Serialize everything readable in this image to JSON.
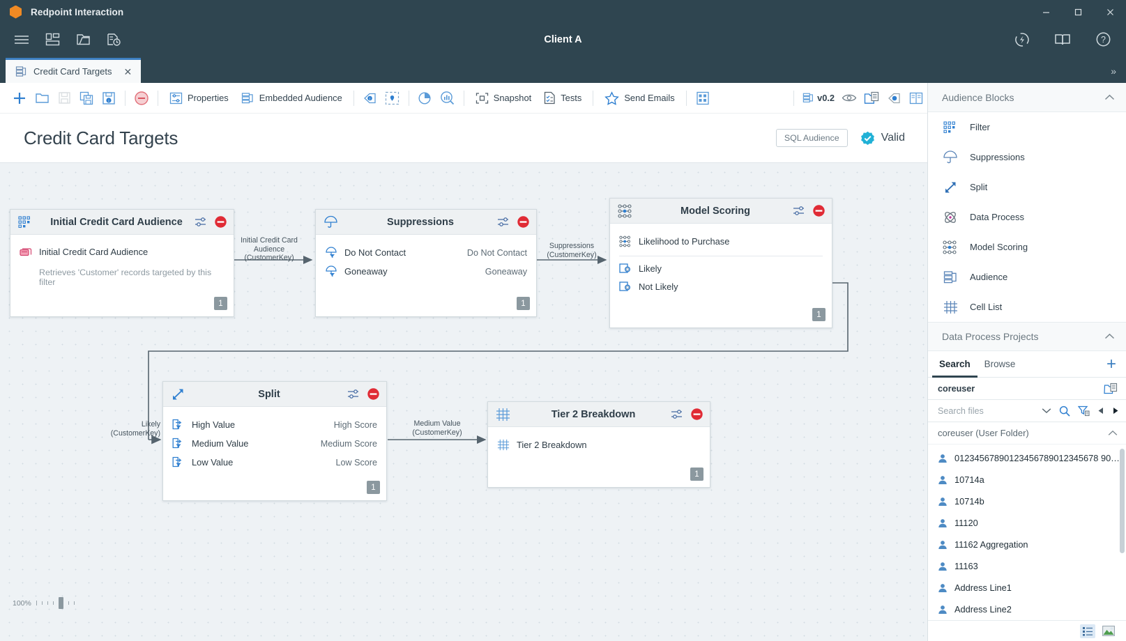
{
  "window": {
    "app_name": "Redpoint Interaction",
    "client_title": "Client A",
    "minimize": "–",
    "maximize": "□",
    "close": "✕",
    "overflow": "»"
  },
  "menubar": {
    "icons": [
      "hamburger-menu-icon",
      "layout-icon",
      "folder-doc-icon",
      "doc-clock-icon"
    ],
    "right_icons": [
      "lightning-icon",
      "book-icon",
      "help-icon"
    ]
  },
  "tabs": [
    {
      "label": "Credit Card Targets",
      "icon": "audience-icon",
      "close": "✕",
      "active": true
    }
  ],
  "toolbar": {
    "items": [
      {
        "name": "add",
        "icon": "plus-icon",
        "label": ""
      },
      {
        "name": "open",
        "icon": "folder-open-icon",
        "label": ""
      },
      {
        "name": "save",
        "icon": "save-icon",
        "label": "",
        "disabled": true
      },
      {
        "name": "save-copy",
        "icon": "save-copy-icon",
        "label": ""
      },
      {
        "name": "save-version",
        "icon": "save-info-icon",
        "label": ""
      },
      {
        "name": "delete",
        "icon": "delete-icon",
        "label": ""
      },
      {
        "name": "properties",
        "icon": "properties-icon",
        "label": "Properties"
      },
      {
        "name": "embedded-audience",
        "icon": "audience-icon",
        "label": "Embedded Audience"
      },
      {
        "name": "tag",
        "icon": "tag-info-icon",
        "label": ""
      },
      {
        "name": "locate",
        "icon": "locate-icon",
        "label": ""
      },
      {
        "name": "chart",
        "icon": "pie-chart-icon",
        "label": ""
      },
      {
        "name": "analyze",
        "icon": "chart-search-icon",
        "label": ""
      },
      {
        "name": "snapshot",
        "icon": "snapshot-icon",
        "label": "Snapshot"
      },
      {
        "name": "tests",
        "icon": "tests-icon",
        "label": "Tests"
      },
      {
        "name": "send-emails",
        "icon": "star-icon",
        "label": "Send Emails"
      },
      {
        "name": "grid",
        "icon": "grid-icon",
        "label": ""
      }
    ],
    "version_icon": "audience-icon",
    "version": "v0.2",
    "right_items": [
      {
        "name": "preview",
        "icon": "eye-icon"
      },
      {
        "name": "copy-to-folder",
        "icon": "copy-folder-icon"
      },
      {
        "name": "tag-user",
        "icon": "tag-user-icon"
      },
      {
        "name": "book-view",
        "icon": "book-view-icon"
      }
    ]
  },
  "page": {
    "title": "Credit Card Targets",
    "audience_type": "SQL Audience",
    "status": "Valid",
    "status_icon": "verified-check-icon",
    "zoom": "100%"
  },
  "canvas": {
    "nodes": [
      {
        "id": "initial-credit-card-audience",
        "icon": "filter-icon",
        "title": "Initial Credit Card Audience",
        "rows": [
          {
            "icon": "database-icon",
            "label": "Initial Credit Card Audience",
            "right": ""
          }
        ],
        "description": "Retrieves 'Customer' records targeted by this filter",
        "count": "1"
      },
      {
        "id": "suppressions",
        "icon": "umbrella-icon",
        "title": "Suppressions",
        "rows": [
          {
            "icon": "umbrella-filter-icon",
            "label": "Do Not Contact",
            "right": "Do Not Contact"
          },
          {
            "icon": "umbrella-filter-icon",
            "label": "Goneaway",
            "right": "Goneaway"
          }
        ],
        "description": "",
        "count": "1"
      },
      {
        "id": "model-scoring",
        "icon": "model-scoring-icon",
        "title": "Model Scoring",
        "header_row": {
          "icon": "model-scoring-icon",
          "label": "Likelihood to Purchase"
        },
        "rows": [
          {
            "icon": "output-icon",
            "label": "Likely",
            "right": ""
          },
          {
            "icon": "output-icon",
            "label": "Not Likely",
            "right": ""
          }
        ],
        "description": "",
        "count": "1"
      },
      {
        "id": "split",
        "icon": "split-icon",
        "title": "Split",
        "rows": [
          {
            "icon": "split-out-icon",
            "label": "High Value",
            "right": "High Score"
          },
          {
            "icon": "split-out-icon",
            "label": "Medium Value",
            "right": "Medium Score"
          },
          {
            "icon": "split-out-icon",
            "label": "Low Value",
            "right": "Low Score"
          }
        ],
        "description": "",
        "count": "1"
      },
      {
        "id": "tier-2-breakdown",
        "icon": "cell-list-icon",
        "title": "Tier 2 Breakdown",
        "rows": [
          {
            "icon": "cell-list-icon",
            "label": "Tier 2 Breakdown",
            "right": ""
          }
        ],
        "description": "",
        "count": "1"
      }
    ],
    "edges": [
      {
        "id": "edge-1",
        "line1": "Initial Credit Card",
        "line2": "Audience",
        "line3": "(CustomerKey)"
      },
      {
        "id": "edge-2",
        "line1": "Suppressions",
        "line2": "(CustomerKey)",
        "line3": ""
      },
      {
        "id": "edge-3",
        "line1": "Likely",
        "line2": "(CustomerKey)",
        "line3": ""
      },
      {
        "id": "edge-4",
        "line1": "Medium Value",
        "line2": "(CustomerKey)",
        "line3": ""
      }
    ]
  },
  "sidebar": {
    "audience_blocks": {
      "title": "Audience Blocks",
      "caret": "collapse-caret-icon",
      "items": [
        {
          "label": "Filter",
          "icon": "filter-icon"
        },
        {
          "label": "Suppressions",
          "icon": "umbrella-icon"
        },
        {
          "label": "Split",
          "icon": "split-icon"
        },
        {
          "label": "Data Process",
          "icon": "data-process-icon"
        },
        {
          "label": "Model Scoring",
          "icon": "model-scoring-icon"
        },
        {
          "label": "Audience",
          "icon": "audience-icon"
        },
        {
          "label": "Cell List",
          "icon": "cell-list-icon"
        }
      ]
    },
    "data_process_projects": {
      "title": "Data Process Projects",
      "caret": "collapse-caret-icon",
      "tabs": [
        {
          "label": "Search",
          "active": true
        },
        {
          "label": "Browse",
          "active": false
        }
      ],
      "add_label": "+",
      "path": "coreuser",
      "path_icon": "copy-folder-icon",
      "search_placeholder": "Search files",
      "search_value": "",
      "search_icons": [
        "chevron-down-icon",
        "search-icon",
        "filter-funnel-icon",
        "prev-arrow-icon",
        "next-arrow-icon"
      ],
      "folder_label": "coreuser (User Folder)",
      "files": [
        "01234567890123456789012345678 90…",
        "10714a",
        "10714b",
        "11120",
        "11162 Aggregation",
        "11163",
        "Address Line1",
        "Address Line2"
      ]
    },
    "bottom_views": [
      {
        "name": "list-view",
        "icon": "list-view-icon",
        "selected": true
      },
      {
        "name": "image-view",
        "icon": "image-view-icon",
        "selected": false
      }
    ]
  },
  "colors": {
    "chrome": "#2f4550",
    "accent_blue": "#3d7fc1",
    "brand_orange": "#f08a24",
    "status_teal": "#21b1d6",
    "delete_red": "#e02b35"
  }
}
